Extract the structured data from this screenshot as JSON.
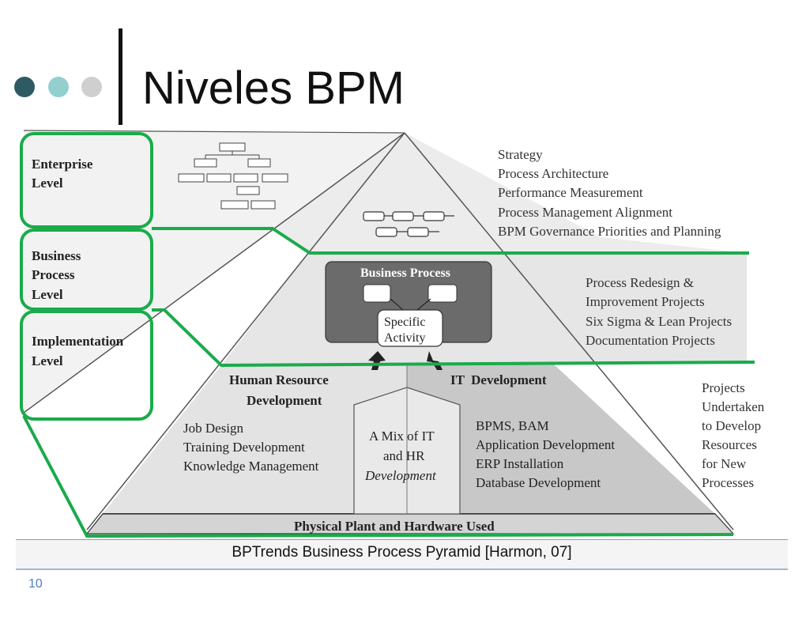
{
  "slide": {
    "title": "Niveles BPM",
    "dot_colors": [
      "#2e5a63",
      "#92cfcf",
      "#cfcfcf"
    ],
    "page_number": "10",
    "caption": "BPTrends Business Process Pyramid [Harmon, 07]"
  },
  "levels": [
    {
      "line1": "Enterprise",
      "line2": "Level",
      "line3": ""
    },
    {
      "line1": "Business",
      "line2": "Process",
      "line3": "Level"
    },
    {
      "line1": "Implementation",
      "line2": "Level",
      "line3": ""
    }
  ],
  "enterprise_items": [
    "Strategy",
    "Process Architecture",
    "Performance Measurement",
    "Process Management Alignment",
    "BPM Governance Priorities and Planning"
  ],
  "business_items": [
    "Process Redesign &",
    "Improvement Projects",
    "Six Sigma & Lean Projects",
    "Documentation Projects"
  ],
  "implementation_items": [
    "Projects",
    "Undertaken",
    "to Develop",
    "Resources",
    "for New",
    "Processes"
  ],
  "business_process_box": {
    "title": "Business Process",
    "activity_line1": "Specific",
    "activity_line2": "Activity"
  },
  "hr": {
    "title_line1": "Human Resource",
    "title_line2": "Development",
    "items": [
      "Job Design",
      "Training Development",
      "Knowledge Management"
    ]
  },
  "mix": {
    "line1": "A Mix of IT",
    "line2": "and HR",
    "line3": "Development"
  },
  "it": {
    "title": "IT  Development",
    "items": [
      "BPMS, BAM",
      "Application Development",
      "ERP Installation",
      "Database Development"
    ]
  },
  "base": "Physical Plant and Hardware Used",
  "colors": {
    "highlight_green": "#1aab4b",
    "pyramid_light": "#ececec",
    "pyramid_mid": "#d9d9d9",
    "pyramid_dark": "#bdbdbd",
    "bp_box": "#6b6b6b",
    "page_number": "#4f81bd"
  }
}
